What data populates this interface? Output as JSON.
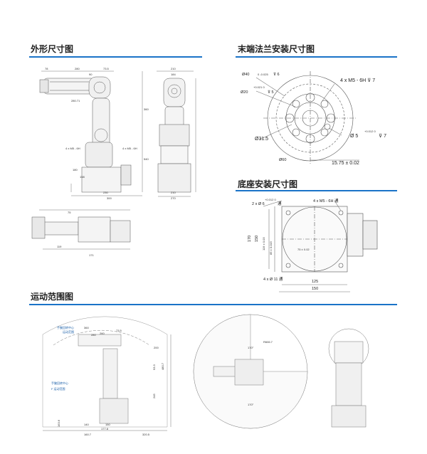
{
  "sections": {
    "outline": "外形尺寸图",
    "flange": "末端法兰安装尺寸图",
    "base": "底座安装尺寸图",
    "motion": "运动范围图"
  },
  "colors": {
    "accent": "#1a73c8",
    "annotation_blue": "#1a5fa8",
    "line": "#555555"
  },
  "flange": {
    "d40": "Ø40",
    "d40_tol": "0 -0.025",
    "d40_depth": "⊽ 6",
    "d20": "Ø20",
    "d20_tol": "+0.021 0",
    "d20_depth": "⊽ 5",
    "holes": "4 x  M5 - 6H ⊽ 7",
    "d31_5": "Ø31.5",
    "d5": "Ø 5",
    "d5_tol": "+0.012 0",
    "d5_depth": "⊽ 7",
    "d60": "Ø60",
    "offset": "15.75 ± 0.02"
  },
  "base": {
    "pin": "2 x Ø 6",
    "pin_tol": "+0.012 0",
    "pin_through": "通",
    "holes_top": "4 x  M5 - 6H 通",
    "holes_bottom": "4 x Ø  11 通",
    "h170": "170",
    "h150": "150",
    "h119": "119 ± 0.03",
    "h85": "85 ± 0.015",
    "w75": "75 ± 0.02",
    "w125": "125",
    "w150": "150"
  },
  "outline": {
    "top_dims": [
      "78",
      "280",
      "73.5",
      "90"
    ],
    "side_dims": [
      "210",
      "184"
    ],
    "vert": [
      "360",
      "540",
      "180",
      "158"
    ],
    "bottom_dims": [
      "230",
      "300",
      "210",
      "270"
    ],
    "arm_len": "280.71",
    "holes_left": "4 x M5 - 6H",
    "holes_right": "4 x M5 - 6H",
    "plan_dims": [
      "119",
      "171",
      "75"
    ]
  },
  "motion": {
    "labels": [
      "手腕回转中心",
      "运动范围"
    ],
    "labels2": [
      "手腕回转中心",
      "F 运动范围"
    ],
    "dims": [
      "360",
      "260",
      "73.5",
      "280",
      "480.7",
      "93.3",
      "163.6",
      "140",
      "150",
      "177.8",
      "160.7",
      "320.5",
      "200",
      "245"
    ],
    "angles": [
      "170°",
      "170°",
      "R606.7"
    ]
  }
}
